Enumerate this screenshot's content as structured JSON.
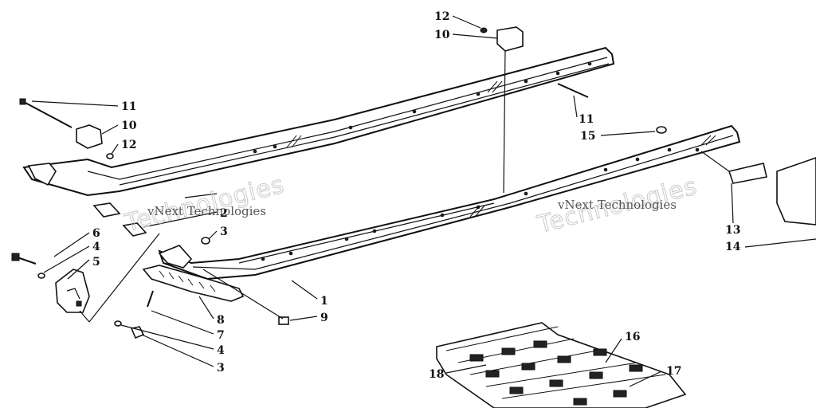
{
  "diagram": {
    "callouts": [
      {
        "id": "c1a",
        "text": "1"
      },
      {
        "id": "c2",
        "text": "2"
      },
      {
        "id": "c3a",
        "text": "3"
      },
      {
        "id": "c3b",
        "text": "3"
      },
      {
        "id": "c4a",
        "text": "4"
      },
      {
        "id": "c4b",
        "text": "4"
      },
      {
        "id": "c5",
        "text": "5"
      },
      {
        "id": "c6",
        "text": "6"
      },
      {
        "id": "c7",
        "text": "7"
      },
      {
        "id": "c8",
        "text": "8"
      },
      {
        "id": "c9",
        "text": "9"
      },
      {
        "id": "c10a",
        "text": "10"
      },
      {
        "id": "c10b",
        "text": "10"
      },
      {
        "id": "c11a",
        "text": "11"
      },
      {
        "id": "c11b",
        "text": "11"
      },
      {
        "id": "c12a",
        "text": "12"
      },
      {
        "id": "c12b",
        "text": "12"
      },
      {
        "id": "c13",
        "text": "13"
      },
      {
        "id": "c14",
        "text": "14"
      },
      {
        "id": "c15",
        "text": "15"
      },
      {
        "id": "c16",
        "text": "16"
      },
      {
        "id": "c17",
        "text": "17"
      },
      {
        "id": "c18",
        "text": "18"
      }
    ],
    "watermarks": [
      {
        "id": "w1",
        "text": "Technologies"
      },
      {
        "id": "w2",
        "text": "vNext Technologies"
      },
      {
        "id": "w3",
        "text": "Technologies"
      },
      {
        "id": "w4",
        "text": "vNext Technologies"
      }
    ]
  }
}
